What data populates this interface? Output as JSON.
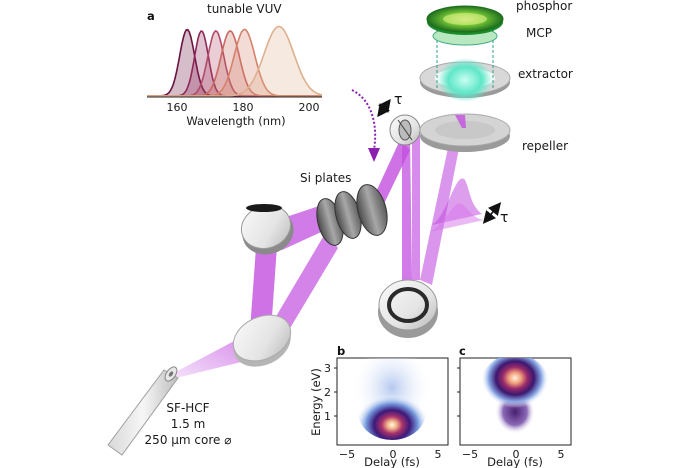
{
  "panel_a": {
    "letter": "a",
    "title": "tunable VUV",
    "xlabel": "Wavelength (nm)",
    "xticks": [
      "160",
      "180",
      "200"
    ],
    "xlim": [
      150,
      211
    ],
    "peaks": [
      {
        "center": 164,
        "width": 2.6,
        "height": 0.9,
        "color": "#6a1340"
      },
      {
        "center": 169,
        "width": 2.4,
        "height": 0.88,
        "color": "#8e2858"
      },
      {
        "center": 174,
        "width": 2.8,
        "height": 0.88,
        "color": "#b24a68"
      },
      {
        "center": 179,
        "width": 3.2,
        "height": 0.88,
        "color": "#c86a60"
      },
      {
        "center": 184,
        "width": 3.6,
        "height": 0.9,
        "color": "#d4826a"
      },
      {
        "center": 196,
        "width": 5.2,
        "height": 0.94,
        "color": "#ddb08e"
      }
    ]
  },
  "labels": {
    "phosphor": "phosphor",
    "mcp": "MCP",
    "extractor": "extractor",
    "repeller": "repeller",
    "tau_top": "τ",
    "tau_right": "τ",
    "si_plates": "Si plates",
    "fiber_line1": "SF-HCF",
    "fiber_line2": "1.5 m",
    "fiber_line3": "250 μm core ⌀"
  },
  "panel_b": {
    "letter": "b",
    "ylabel": "Energy (eV)",
    "xlabel": "Delay (fs)",
    "yticks": [
      "1",
      "2",
      "3"
    ],
    "xticks": [
      "−5",
      "0",
      "5"
    ]
  },
  "panel_c": {
    "letter": "c",
    "xlabel": "Delay (fs)",
    "xticks": [
      "−5",
      "0",
      "5"
    ]
  },
  "colors": {
    "beam": "#c050e0",
    "beam_light": "#e6b8f2",
    "arrow_purple": "#8a1fb0",
    "green_phosphor": "#2fbf4a",
    "mcp_dash": "#2aa08a",
    "cyan_glow": "#66e8d0"
  }
}
